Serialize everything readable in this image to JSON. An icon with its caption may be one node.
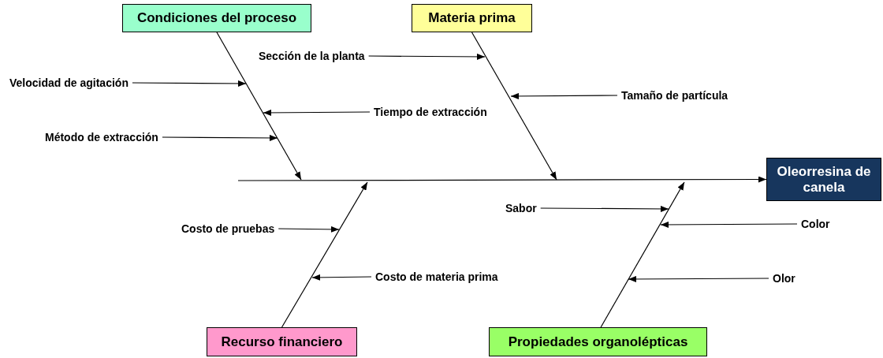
{
  "diagram": {
    "nodes": [
      {
        "text": [
          "Condiciones del proceso"
        ]
      },
      {
        "text": [
          "Materia prima"
        ]
      },
      {
        "text": [
          "Oleorresina de canela"
        ]
      },
      {
        "text": [
          "Recurso financiero"
        ]
      },
      {
        "text": [
          "Propiedades organolépticas"
        ]
      },
      {
        "text": [
          "Velocidad de agitación"
        ]
      },
      {
        "text": [
          "Sección de la planta"
        ]
      },
      {
        "text": [
          "Tamaño de partícula"
        ]
      },
      {
        "text": [
          "Tiempo de extracción"
        ]
      },
      {
        "text": [
          "Método de extracción"
        ]
      },
      {
        "text": [
          "Sabor"
        ]
      },
      {
        "text": [
          "Costo de pruebas"
        ]
      },
      {
        "text": [
          "Color"
        ]
      },
      {
        "text": [
          "Costo de materia prima"
        ]
      },
      {
        "text": [
          "Olor"
        ]
      }
    ],
    "edges": [
      {
        "from": null,
        "to": 2,
        "arrow": "to"
      },
      {
        "from": 0,
        "to": null,
        "arrow": "to"
      },
      {
        "from": 1,
        "to": null,
        "arrow": "to"
      },
      {
        "from": 3,
        "to": null,
        "arrow": "to"
      },
      {
        "from": 4,
        "to": null,
        "arrow": "to"
      },
      {
        "from": 5,
        "to": null,
        "arrow": "to"
      },
      {
        "from": 6,
        "to": null,
        "arrow": "to"
      },
      {
        "from": 7,
        "to": null,
        "arrow": "to"
      },
      {
        "from": 8,
        "to": null,
        "arrow": "to"
      },
      {
        "from": 9,
        "to": null,
        "arrow": "to"
      },
      {
        "from": 10,
        "to": null,
        "arrow": "to"
      },
      {
        "from": 11,
        "to": null,
        "arrow": "to"
      },
      {
        "from": 12,
        "to": null,
        "arrow": "to"
      },
      {
        "from": 13,
        "to": null,
        "arrow": "to"
      },
      {
        "from": 14,
        "to": null,
        "arrow": "to"
      }
    ]
  }
}
